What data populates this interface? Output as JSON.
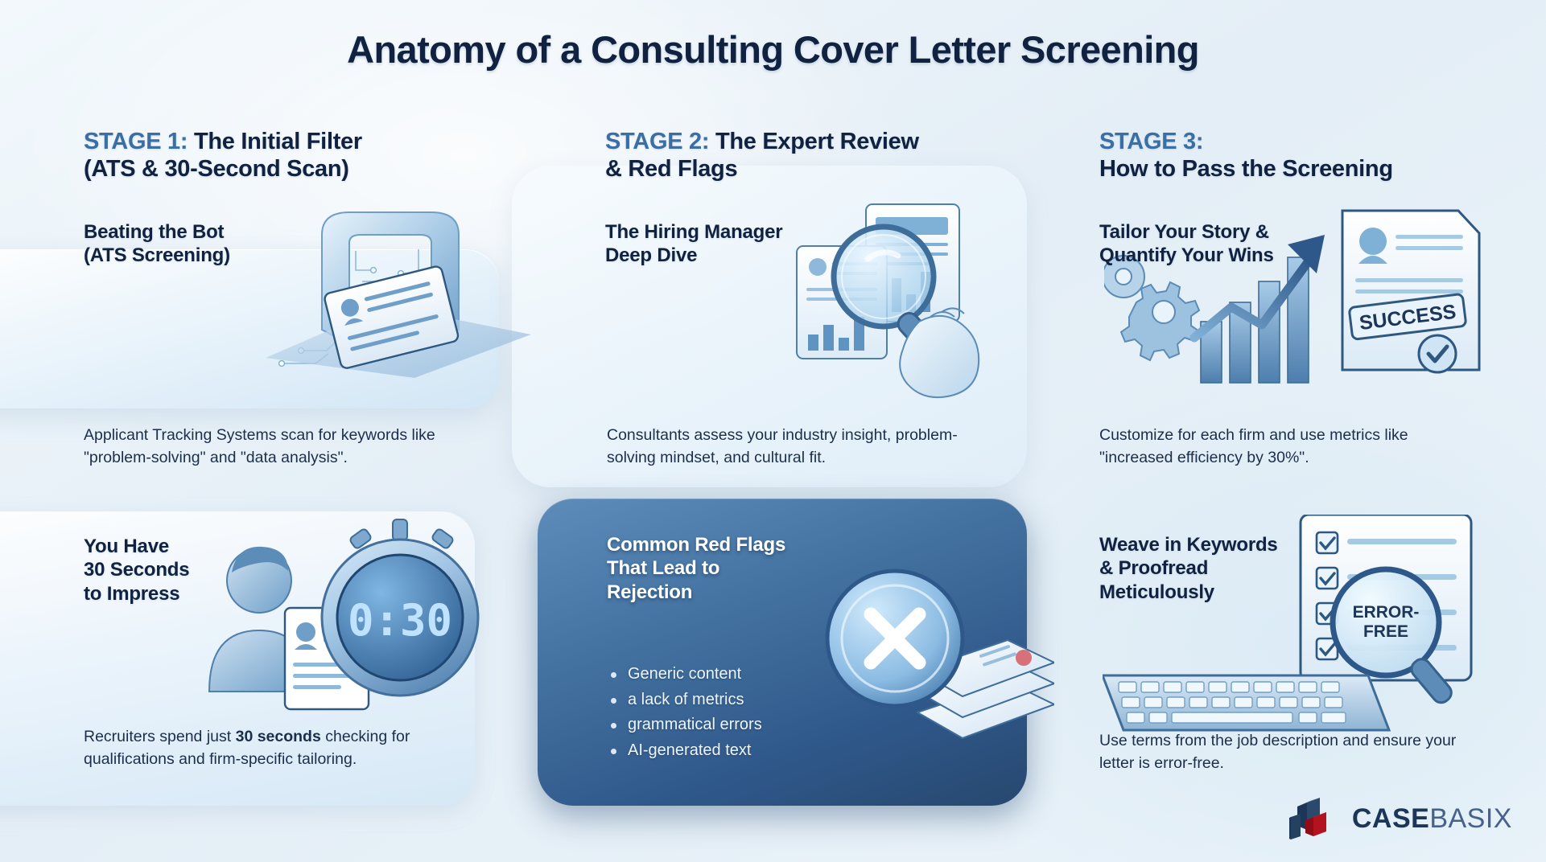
{
  "title": "Anatomy of a Consulting Cover Letter Screening",
  "colors": {
    "stage_label": "#3a6fa5",
    "heading": "#112240",
    "body": "#1b2f4a",
    "dark_card_bg": "#2f588a",
    "logo_navy": "#1d3557",
    "logo_red": "#cc1122"
  },
  "stages": [
    {
      "label": "STAGE 1:",
      "title_line1": "The Initial Filter",
      "title_line2": "(ATS & 30-Second Scan)",
      "cards": [
        {
          "heading_line1": "Beating the Bot",
          "heading_line2": "(ATS Screening)",
          "body": "Applicant Tracking Systems scan for keywords like \"problem-solving\" and \"data analysis\".",
          "art": "ats-scanner-illustration"
        },
        {
          "heading_line1": "You Have",
          "heading_line2": "30 Seconds",
          "heading_line3": "to Impress",
          "body_pre": "Recruiters spend just ",
          "body_bold": "30 seconds",
          "body_post": " checking for qualifications and firm-specific tailoring.",
          "art": "stopwatch-recruiter-illustration",
          "stopwatch_time": "0:30"
        }
      ]
    },
    {
      "label": "STAGE 2:",
      "title_line1": "The Expert Review",
      "title_line2": "& Red Flags",
      "cards": [
        {
          "heading_line1": "The Hiring Manager",
          "heading_line2": "Deep Dive",
          "body": "Consultants assess your industry insight, problem-solving mindset, and cultural fit.",
          "art": "magnifying-glass-documents-illustration"
        },
        {
          "heading_line1": "Common Red Flags",
          "heading_line2": "That Lead to",
          "heading_line3": "Rejection",
          "bullets": [
            "Generic content",
            "a lack of metrics",
            "grammatical errors",
            "AI-generated text"
          ],
          "art": "x-mark-rejected-papers-illustration"
        }
      ]
    },
    {
      "label": "STAGE 3:",
      "title_line1": "How to Pass the Screening",
      "title_line2": "",
      "cards": [
        {
          "heading_line1": "Tailor Your Story &",
          "heading_line2": "Quantify Your Wins",
          "body": "Customize for each firm and use metrics like \"increased efficiency by 30%\".",
          "art": "growth-chart-success-document-illustration",
          "badge_text": "SUCCESS"
        },
        {
          "heading_line1": "Weave in Keywords",
          "heading_line2": "& Proofread",
          "heading_line3": "Meticulously",
          "body": "Use terms from the job description and ensure your letter is error-free.",
          "art": "keyboard-checklist-magnifier-illustration",
          "badge_line1": "ERROR-",
          "badge_line2": "FREE"
        }
      ]
    }
  ],
  "logo": {
    "name_bold": "CASE",
    "name_light": "BASIX",
    "mark": "cube-blocks-logo"
  }
}
